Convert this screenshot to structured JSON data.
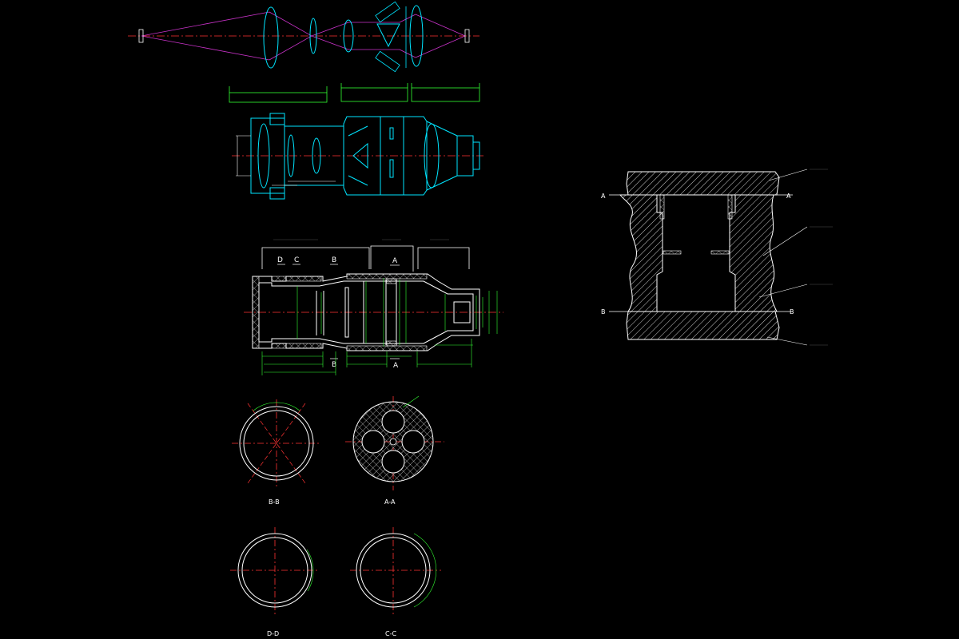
{
  "colors": {
    "background": "#000000",
    "outline": "#ffffff",
    "centerline": "#ff3333",
    "dimension": "#33ff33",
    "lens": "#00e5ff",
    "ray": "#cc33cc"
  },
  "assembly": {
    "markers": {
      "A_top": "A",
      "A_bottom": "A",
      "B_top": "B",
      "B_bottom": "B",
      "C_top": "C",
      "D_top": "D"
    }
  },
  "sections": {
    "bb": "B-B",
    "aa": "A-A",
    "dd": "D-D",
    "cc": "C-C"
  },
  "detail": {
    "left_A": "A",
    "right_A": "A",
    "left_B": "B",
    "right_B": "B"
  }
}
